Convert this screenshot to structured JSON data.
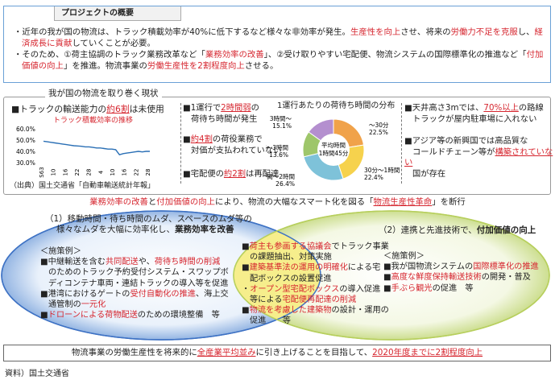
{
  "overview": {
    "title": "プロジェクトの概要",
    "line1a": "・近年の我が国の物流は、トラック積載効率が40%に低下するなど様々な非効率が発生。",
    "line1b": "生産性を向上",
    "line1c": "させ、将来の",
    "line1d": "労働力不足を克服",
    "line1e": "し、",
    "line1f": "経",
    "line2a": "済成長に貢献",
    "line2b": "していくことが必要。",
    "line3a": "・そのため、①荷主協調のトラック業務改革など「",
    "line3b": "業務効率の改善",
    "line3c": "」、②受け取りやすい宅配便、物流システムの国際標準化の推進など「",
    "line3d": "付加",
    "line4a": "価値の向上",
    "line4b": "」を推進。物流事業の",
    "line4c": "労働生産性を2割程度向上",
    "line4d": "させる。"
  },
  "situation": {
    "title": "我が国の物流を取り巻く現状",
    "left_head_a": "■トラックの輸送能力の",
    "left_head_b": "約6割",
    "left_head_c": "は未使用",
    "chart_title": "トラック積載効率の推移",
    "source_note": "（出典）国土交通省「自動車輸送統計年報」",
    "mid1_a": "■1運行で",
    "mid1_b": "2時間弱",
    "mid1_c": "の",
    "mid1_d": "荷待ち時間が発生",
    "mid2_a": "■",
    "mid2_b": "約4割",
    "mid2_c": "の荷役業務で",
    "mid2_d": "対価が支払われていない",
    "mid3_a": "■宅配便の",
    "mid3_b": "約2割",
    "mid3_c": "は再配達",
    "pie_title": "1運行あたりの荷待ち時間の分布",
    "pie_center_a": "平均時間",
    "pie_center_b": "1時間45分",
    "right1_a": "■天井高さ3mでは、",
    "right1_b": "70%以上",
    "right1_c": "の路線",
    "right1_d": "トラックが屋内駐車場に入れない",
    "right2_a": "■アジア等の新興国では高品質な",
    "right2_b": "コールドチェーン等が",
    "right2_c": "構築されていない",
    "right2_d": "国が存在"
  },
  "chart_data": [
    {
      "type": "line",
      "title": "トラック積載効率の推移",
      "ylabel": "",
      "ytick_labels": [
        "60.0%",
        "50.0%",
        "40.0%",
        "30.0%"
      ],
      "ylim": [
        30,
        60
      ],
      "xtick_labels": [
        "S63",
        "10",
        "16",
        "22",
        "28",
        "4",
        "10",
        "16",
        "22",
        "28"
      ],
      "x": [
        0,
        1,
        2,
        3,
        4,
        5,
        6,
        7,
        8,
        9,
        10,
        11,
        12,
        13,
        14,
        15,
        16,
        17,
        18,
        19,
        20,
        21,
        22,
        23,
        24,
        25,
        26,
        27,
        28
      ],
      "series": [
        {
          "values": [
            49,
            48.5,
            48,
            47.5,
            47,
            46.5,
            46,
            45.5,
            45,
            44.8,
            44.5,
            44,
            44,
            43.5,
            43,
            43,
            42.5,
            42,
            42,
            41.5,
            37,
            38,
            38.5,
            39,
            39.5,
            40,
            39.5,
            40,
            40
          ]
        }
      ],
      "grid": false
    },
    {
      "type": "pie",
      "title": "1運行あたりの荷待ち時間の分布",
      "labels": [
        "～30分",
        "30分～1時間",
        "1時間～2時間",
        "2時間～3時間",
        "3時間～"
      ],
      "values": [
        22.5,
        22.4,
        26.4,
        13.6,
        15.1
      ],
      "value_labels": [
        "22.5%",
        "22.4%",
        "26.4%",
        "13.6%",
        "15.1%"
      ]
    }
  ],
  "banner": {
    "a": "業務効率の改善",
    "b": "と",
    "c": "付加価値の向上",
    "d": "により、物流の大幅なスマート化を図る「",
    "e": "物流生産性革命",
    "f": "」を断行"
  },
  "left_circle": {
    "h1": "（1）移動時間・待ち時間のムダ、スペースのムダ等の",
    "h2a": "様々なムダを大幅に効率化し、",
    "h2b": "業務効率を改善",
    "cases": "＜施策例＞",
    "i1a": "■中継輸送を含む",
    "i1b": "共同配送",
    "i1c": "や、",
    "i1d": "荷待ち時間の削減",
    "i2": "のためのトラック予約受付システム・スワップボ",
    "i3": "ディコンテナ車両・連結トラックの導入等を促進",
    "i4a": "■港湾におけるゲートの",
    "i4b": "受付自動化の推進",
    "i4c": "、海上交",
    "i5a": "通管制の",
    "i5b": "一元化",
    "i6a": "■",
    "i6b": "ドローンによる荷物配送",
    "i6c": "のための環境整備　等"
  },
  "overlap": {
    "o1a": "■",
    "o1b": "荷主も参画する協議会",
    "o1c": "でトラック事業",
    "o2": "の課題抽出、対策実施",
    "o3a": "■",
    "o3b": "建築基準法の運用の明確化",
    "o3c": "による宅",
    "o4": "配ボックスの設置促進",
    "o5a": "・",
    "o5b": "オープン型宅配ボックス",
    "o5c": "の導入促進",
    "o6a": "等による",
    "o6b": "宅配便再配達の削減",
    "o7a": "■",
    "o7b": "物流を考慮した建築物",
    "o7c": "の設計・運用の",
    "o8": "促進　　等"
  },
  "right_circle": {
    "h1a": "（2）連携と先進技術で、",
    "h1b": "付加価値の向上",
    "cases": "＜施策例＞",
    "r1a": "■我が国物流システムの",
    "r1b": "国際標準化の推進",
    "r2a": "■",
    "r2b": "高度な鮮度保持輸送技術",
    "r2c": "の開発・普及",
    "r3a": "■",
    "r3b": "手ぶら観光",
    "r3c": "の促進　等"
  },
  "bottom": {
    "a": "物流事業の労働生産性を将来的に",
    "b": "全産業平均並み",
    "c": "に引き上げることを目指して、",
    "d": "2020年度までに2割程度向上"
  },
  "source": "資料）国土交通省",
  "colors": {
    "accent_red": "#d6262f",
    "left_circle": "#3e72c4",
    "right_circle": "#b7cf5d",
    "overlap": "#f3ea7e"
  }
}
